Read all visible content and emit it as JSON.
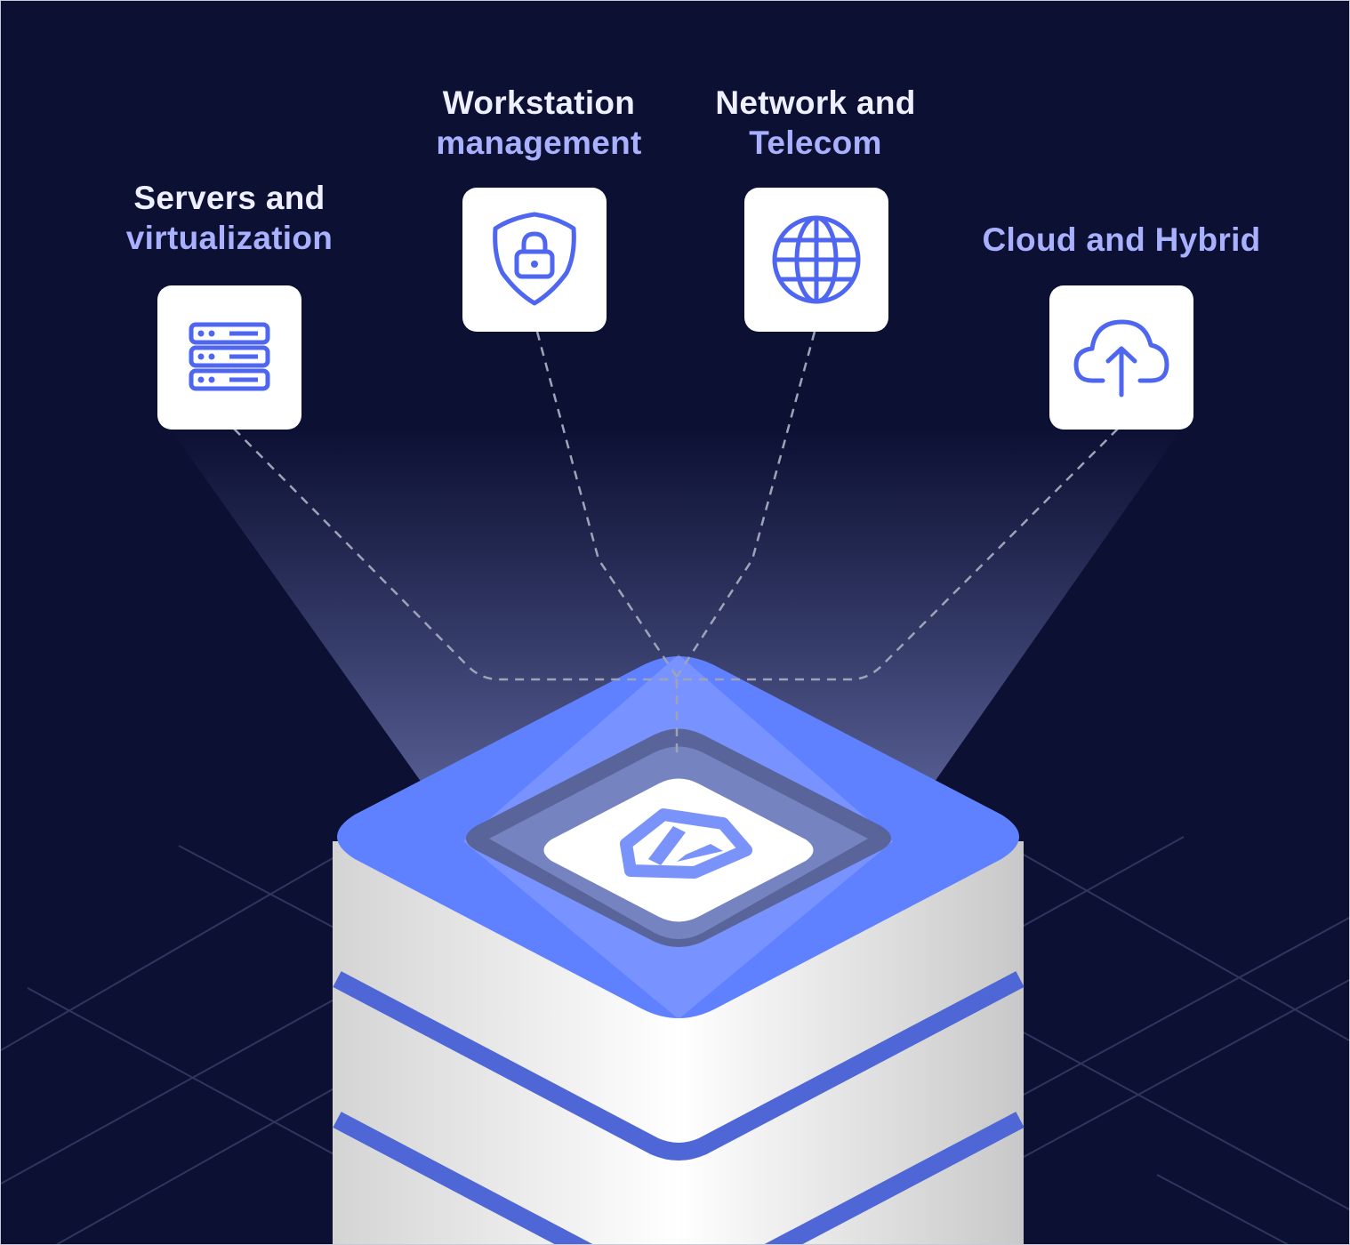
{
  "colors": {
    "background": "#0c1033",
    "accent": "#5f80ff",
    "icon": "#4e66f0"
  },
  "categories": [
    {
      "line1": "Servers and",
      "line2": "virtualization",
      "icon": "server-icon"
    },
    {
      "line1": "Workstation",
      "line2": "management",
      "icon": "shield-lock-icon"
    },
    {
      "line1": "Network and",
      "line2": "Telecom",
      "icon": "globe-icon"
    },
    {
      "line1": "",
      "line2": "Cloud and Hybrid",
      "icon": "cloud-upload-icon"
    }
  ],
  "center": {
    "icon": "brand-logo-icon"
  }
}
